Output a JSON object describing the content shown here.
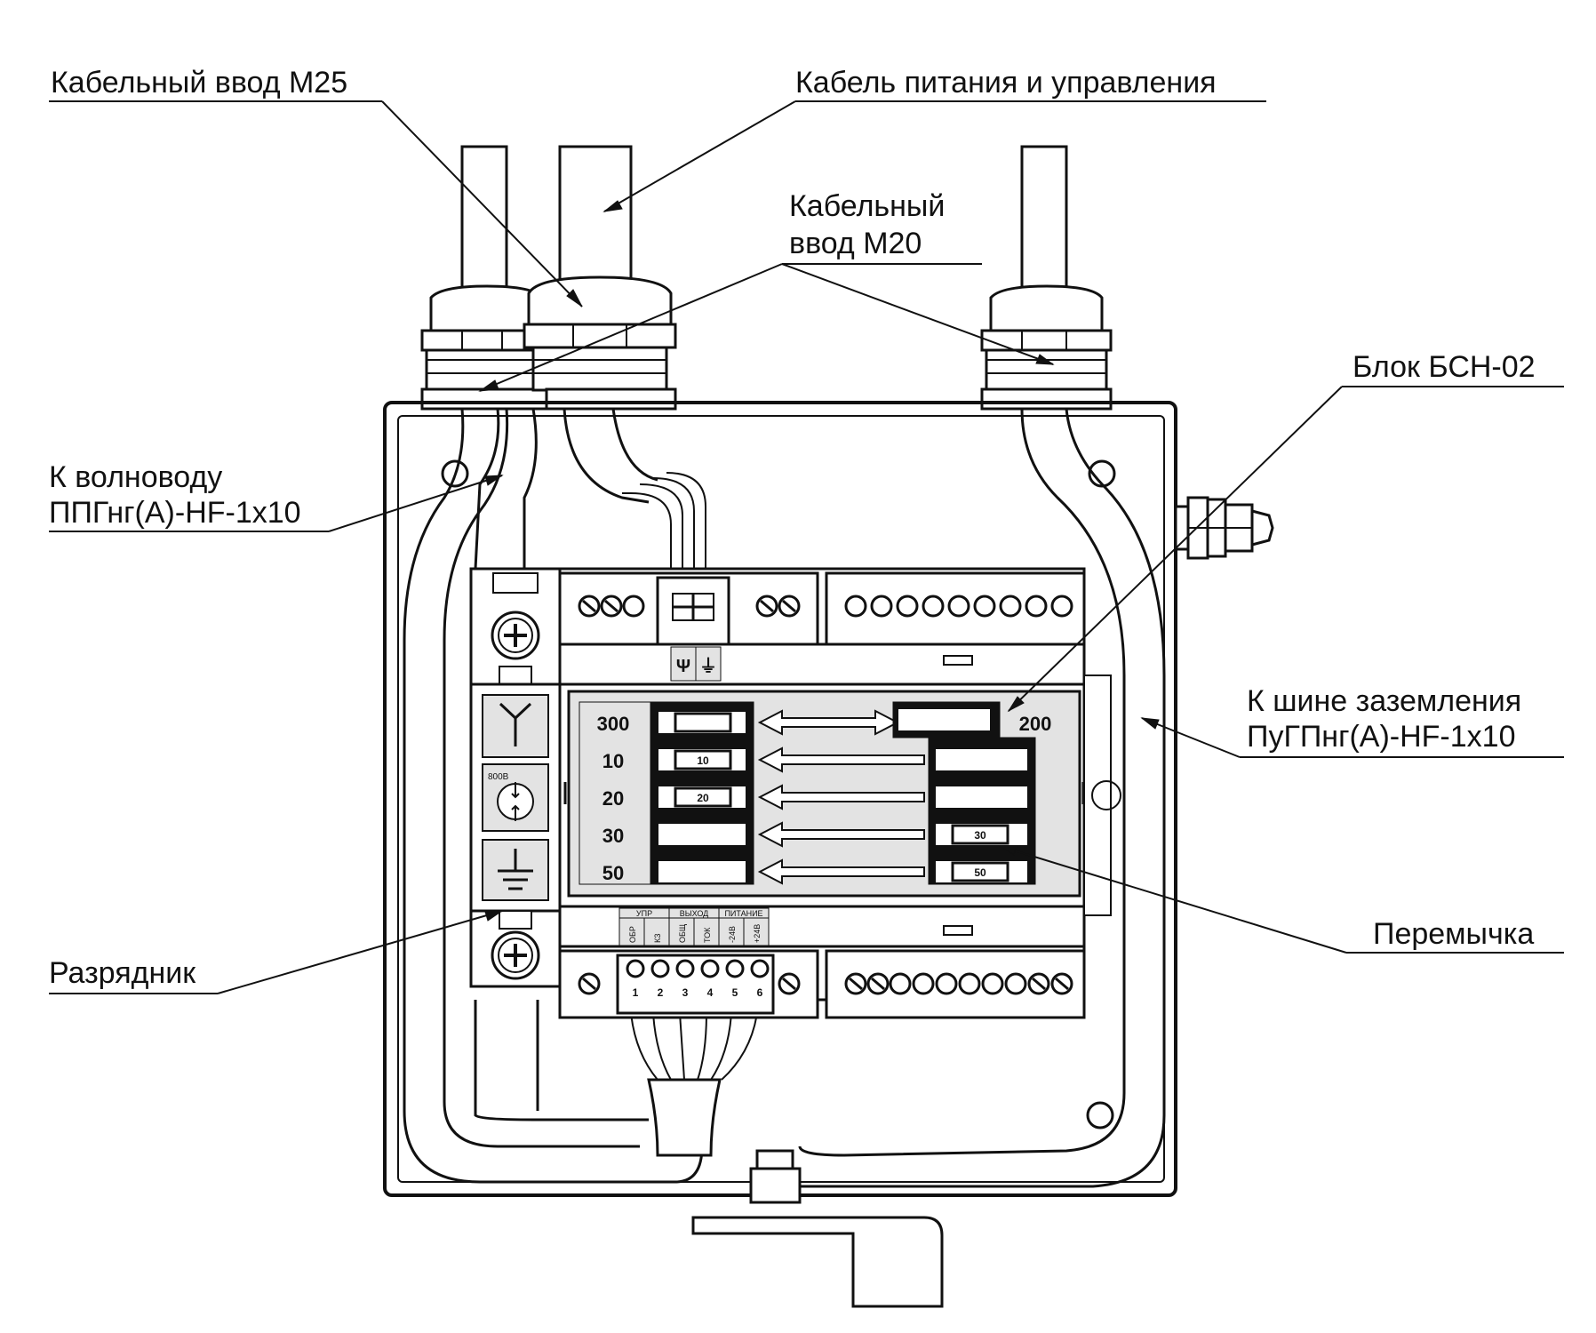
{
  "callouts": {
    "cable_gland_m25": "Кабельный ввод М25",
    "power_cable": "Кабель питания и управления",
    "cable_gland_m20_line1": "Кабельный",
    "cable_gland_m20_line2": "ввод М20",
    "block": "Блок БСН-02",
    "to_waveguide_line1": "К волноводу",
    "to_waveguide_line2": "ППГнг(А)-HF-1х10",
    "to_ground_line1": "К шине заземления",
    "to_ground_line2": "ПуГПнг(А)-HF-1х10",
    "jumper": "Перемычка",
    "arrester": "Разрядник"
  },
  "switch_panel": {
    "left_values": [
      "300",
      "10",
      "20",
      "30",
      "50"
    ],
    "right_value": "200",
    "left_jumper_labels": [
      "10",
      "20"
    ],
    "right_jumper_labels": [
      "30",
      "50"
    ]
  },
  "top_terminal": {
    "symbols": [
      "Ψ",
      "⏚"
    ]
  },
  "bottom_terminal": {
    "group_labels": [
      "УПР",
      "ВЫХОД",
      "ПИТАНИЕ"
    ],
    "pin_labels": [
      "ОБР",
      "КЗ",
      "ОБЩ",
      "ТОК",
      "-24В",
      "+24В"
    ],
    "pin_numbers": [
      "1",
      "2",
      "3",
      "4",
      "5",
      "6"
    ]
  },
  "arrester": {
    "voltage": "800В"
  }
}
